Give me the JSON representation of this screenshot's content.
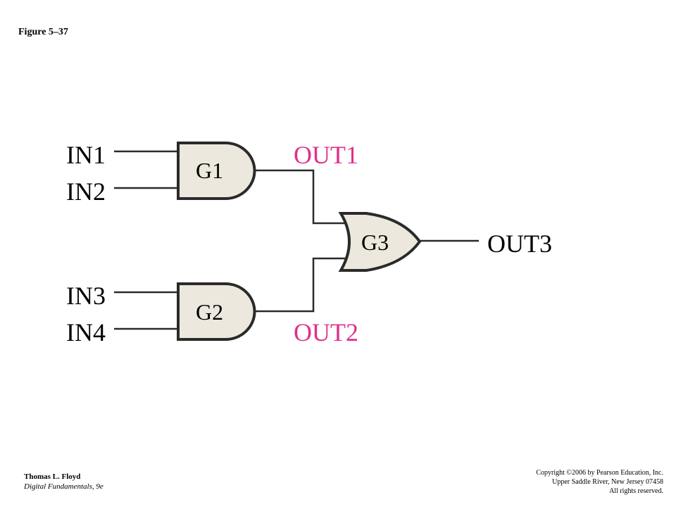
{
  "figure_title": "Figure 5–37",
  "colors": {
    "gate_fill": "#ede8dd",
    "wire": "#2a2a2a",
    "accent_label": "#e0308a",
    "text": "#000000"
  },
  "inputs": [
    "IN1",
    "IN2",
    "IN3",
    "IN4"
  ],
  "gates": {
    "g1": {
      "label": "G1",
      "type": "AND"
    },
    "g2": {
      "label": "G2",
      "type": "AND"
    },
    "g3": {
      "label": "G3",
      "type": "OR"
    }
  },
  "outputs": {
    "out1": "OUT1",
    "out2": "OUT2",
    "out3": "OUT3"
  },
  "footer": {
    "author": "Thomas L. Floyd",
    "book": "Digital Fundamentals, 9e",
    "copyright_line1": "Copyright ©2006 by Pearson Education, Inc.",
    "copyright_line2": "Upper Saddle River, New Jersey 07458",
    "copyright_line3": "All rights reserved."
  }
}
